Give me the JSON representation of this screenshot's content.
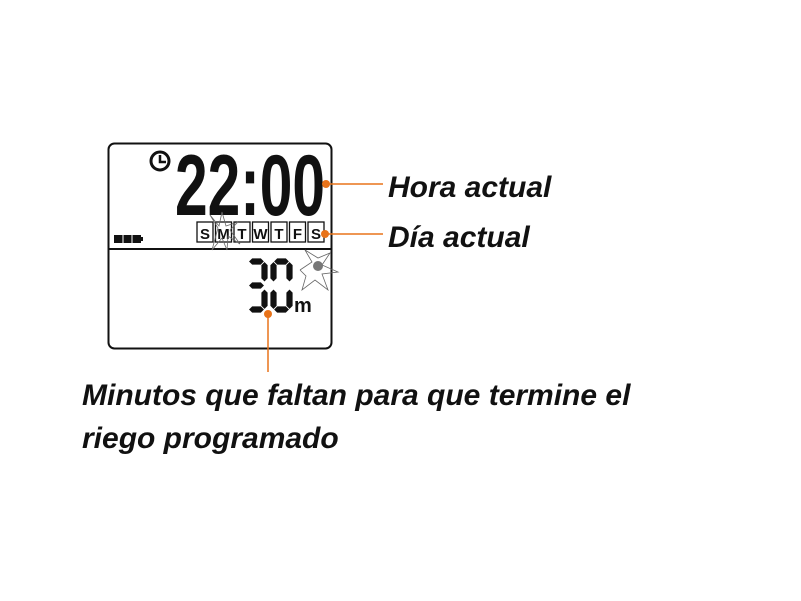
{
  "display": {
    "time": "22:00",
    "days": [
      "S",
      "M",
      "T",
      "W",
      "T",
      "F",
      "S"
    ],
    "active_day_index": 1,
    "remaining_minutes": "30",
    "minutes_unit": "m",
    "battery_level": 1.0
  },
  "labels": {
    "current_time": "Hora actual",
    "current_day": "Día actual",
    "remaining_line1": "Minutos que faltan para que termine el",
    "remaining_line2": "riego programado"
  },
  "colors": {
    "callout": "#e8731a",
    "lcd": "#111111",
    "highlight_day": "#999999"
  }
}
